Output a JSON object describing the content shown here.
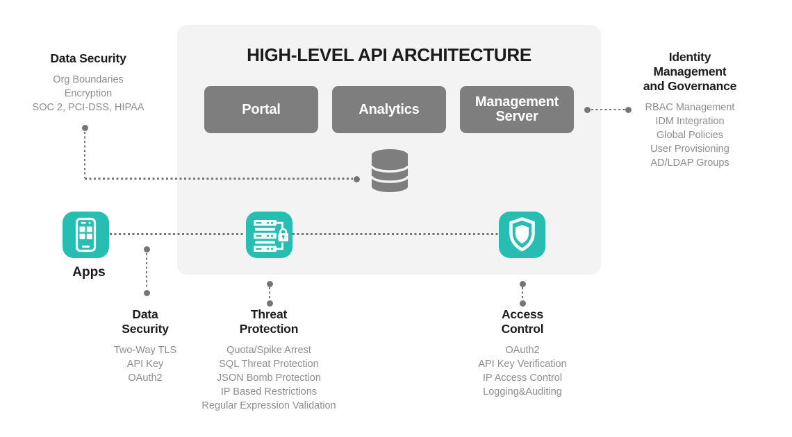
{
  "diagram": {
    "title": "HIGH-LEVEL API ARCHITECTURE",
    "boxes": [
      {
        "label": "Portal"
      },
      {
        "label": "Analytics"
      },
      {
        "label": "Management\nServer"
      }
    ],
    "apps_label": "Apps",
    "groups": {
      "data_security_top": {
        "title": "Data Security",
        "items": [
          "Org Boundaries",
          "Encryption",
          "SOC 2, PCI-DSS, HIPAA"
        ]
      },
      "identity_management": {
        "title": "Identity Management\nand Governance",
        "items": [
          "RBAC Management",
          "IDM Integration",
          "Global Policies",
          "User Provisioning",
          "AD/LDAP Groups"
        ]
      },
      "data_security_bottom": {
        "title": "Data\nSecurity",
        "items": [
          "Two-Way TLS",
          "API Key",
          "OAuth2"
        ]
      },
      "threat_protection": {
        "title": "Threat\nProtection",
        "items": [
          "Quota/Spike Arrest",
          "SQL Threat Protection",
          "JSON Bomb Protection",
          "IP Based Restrictions",
          "Regular Expression Validation"
        ]
      },
      "access_control": {
        "title": "Access\nControl",
        "items": [
          "OAuth2",
          "API Key Verification",
          "IP Access Control",
          "Logging&Auditing"
        ]
      }
    },
    "icons": {
      "apps": "mobile-apps-icon",
      "threat_protection": "server-lock-icon",
      "access_control": "shield-icon",
      "database": "database-icon"
    },
    "colors": {
      "teal": "#28BDB2",
      "box_gray": "#7E7E7E",
      "panel_bg": "#F3F3F3",
      "heading_text": "#1B1B1B",
      "muted_text": "#8D8D8D",
      "connector": "#757575"
    }
  }
}
